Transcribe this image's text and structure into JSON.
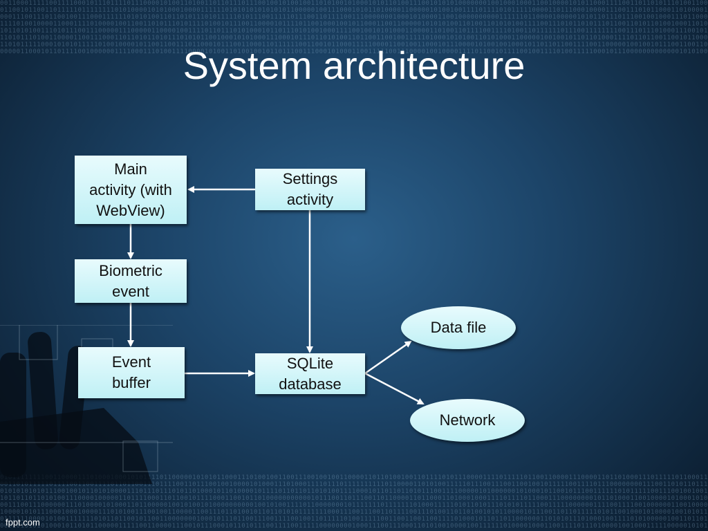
{
  "slide": {
    "title": "System architecture",
    "footer": "fppt.com"
  },
  "diagram": {
    "nodes": {
      "main_activity": "Main\nactivity (with\nWebView)",
      "settings_activity": "Settings\nactivity",
      "biometric_event": "Biometric\nevent",
      "event_buffer": "Event\nbuffer",
      "sqlite_database": "SQLite\ndatabase",
      "data_file": "Data file",
      "network": "Network"
    },
    "edges": [
      {
        "from": "settings_activity",
        "to": "main_activity"
      },
      {
        "from": "main_activity",
        "to": "biometric_event"
      },
      {
        "from": "biometric_event",
        "to": "event_buffer"
      },
      {
        "from": "event_buffer",
        "to": "sqlite_database"
      },
      {
        "from": "settings_activity",
        "to": "sqlite_database"
      },
      {
        "from": "sqlite_database",
        "to": "data_file"
      },
      {
        "from": "sqlite_database",
        "to": "network"
      }
    ]
  },
  "colors": {
    "node_fill": "#c6f2f6",
    "background": "#1c4468",
    "arrow": "#ffffff"
  }
}
